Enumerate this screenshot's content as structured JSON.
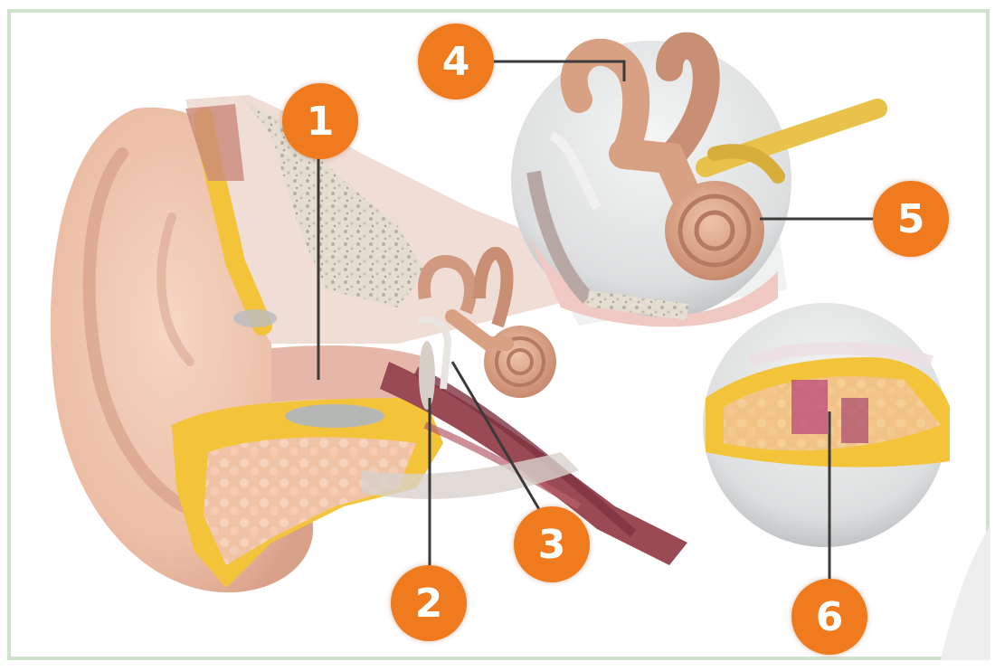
{
  "colors": {
    "marker": "#f07a1e",
    "leader": "#3a3a3a",
    "frame_border": "#cfe3cc",
    "skin": "#f2c6b0",
    "cartilage": "#f3c43a",
    "bone": "#d9cfc2",
    "cochlea": "#d9a184",
    "nerve": "#e8c24a",
    "tube": "#9a4a55",
    "magnifier": "#d8dadb"
  },
  "markers": [
    {
      "label": "1",
      "part": "ear-canal"
    },
    {
      "label": "2",
      "part": "eardrum"
    },
    {
      "label": "3",
      "part": "ossicles"
    },
    {
      "label": "4",
      "part": "semicircular-canals"
    },
    {
      "label": "5",
      "part": "cochlea"
    },
    {
      "label": "6",
      "part": "hair-cells"
    }
  ]
}
